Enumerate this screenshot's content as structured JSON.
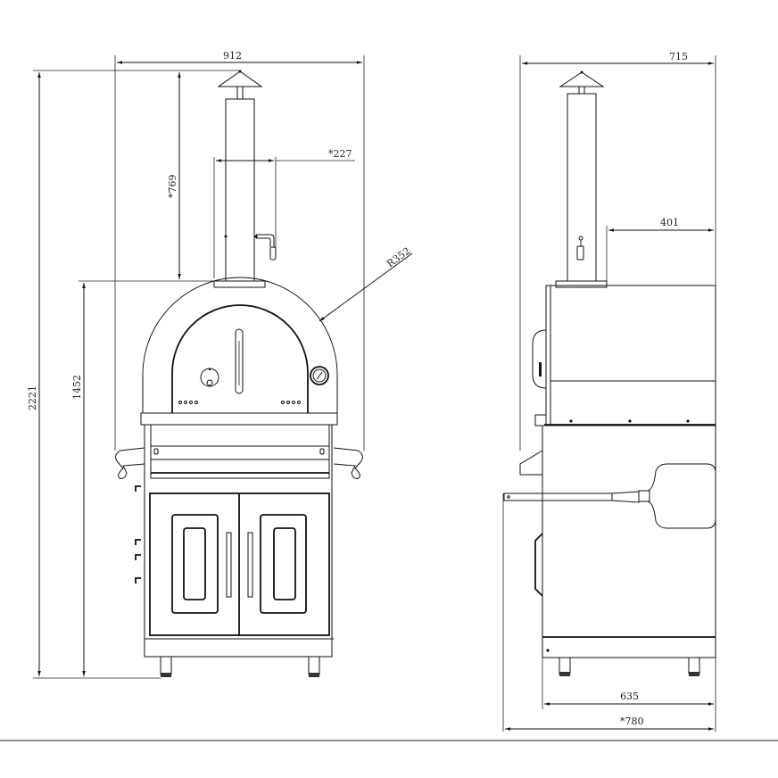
{
  "drawing": {
    "type": "technical-dimension-drawing",
    "subject": "outdoor pizza oven with cabinet stand",
    "units": "mm",
    "views": [
      {
        "name": "front-view",
        "dimensions": {
          "overall_width": "912",
          "chimney_height": "*769",
          "chimney_offset": "*227",
          "dome_radius": "R352",
          "overall_height": "2221",
          "base_to_dome_height": "1452"
        }
      },
      {
        "name": "side-view",
        "dimensions": {
          "overall_depth_top": "715",
          "chimney_to_back": "401",
          "cabinet_depth": "635",
          "overall_depth_with_peel": "*780"
        }
      }
    ]
  },
  "colors": {
    "line": "#111111",
    "background": "#ffffff",
    "rule": "#8a8a8a"
  }
}
